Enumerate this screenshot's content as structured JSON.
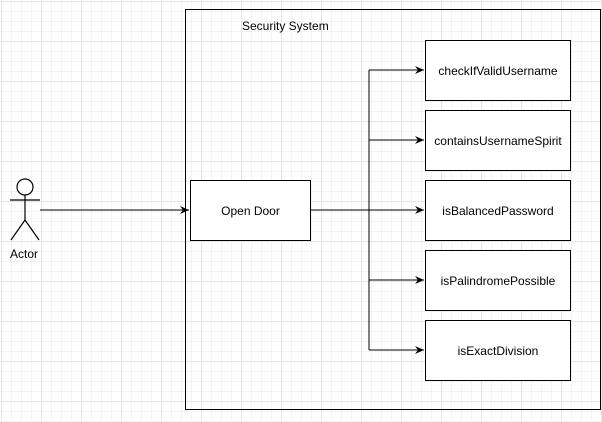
{
  "diagram": {
    "system_title": "Security System",
    "actor_label": "Actor",
    "main_use_case": "Open Door",
    "functions": [
      "checkIfValidUsername",
      "containsUsernameSpirit",
      "isBalancedPassword",
      "isPalindromePossible",
      "isExactDivision"
    ]
  }
}
